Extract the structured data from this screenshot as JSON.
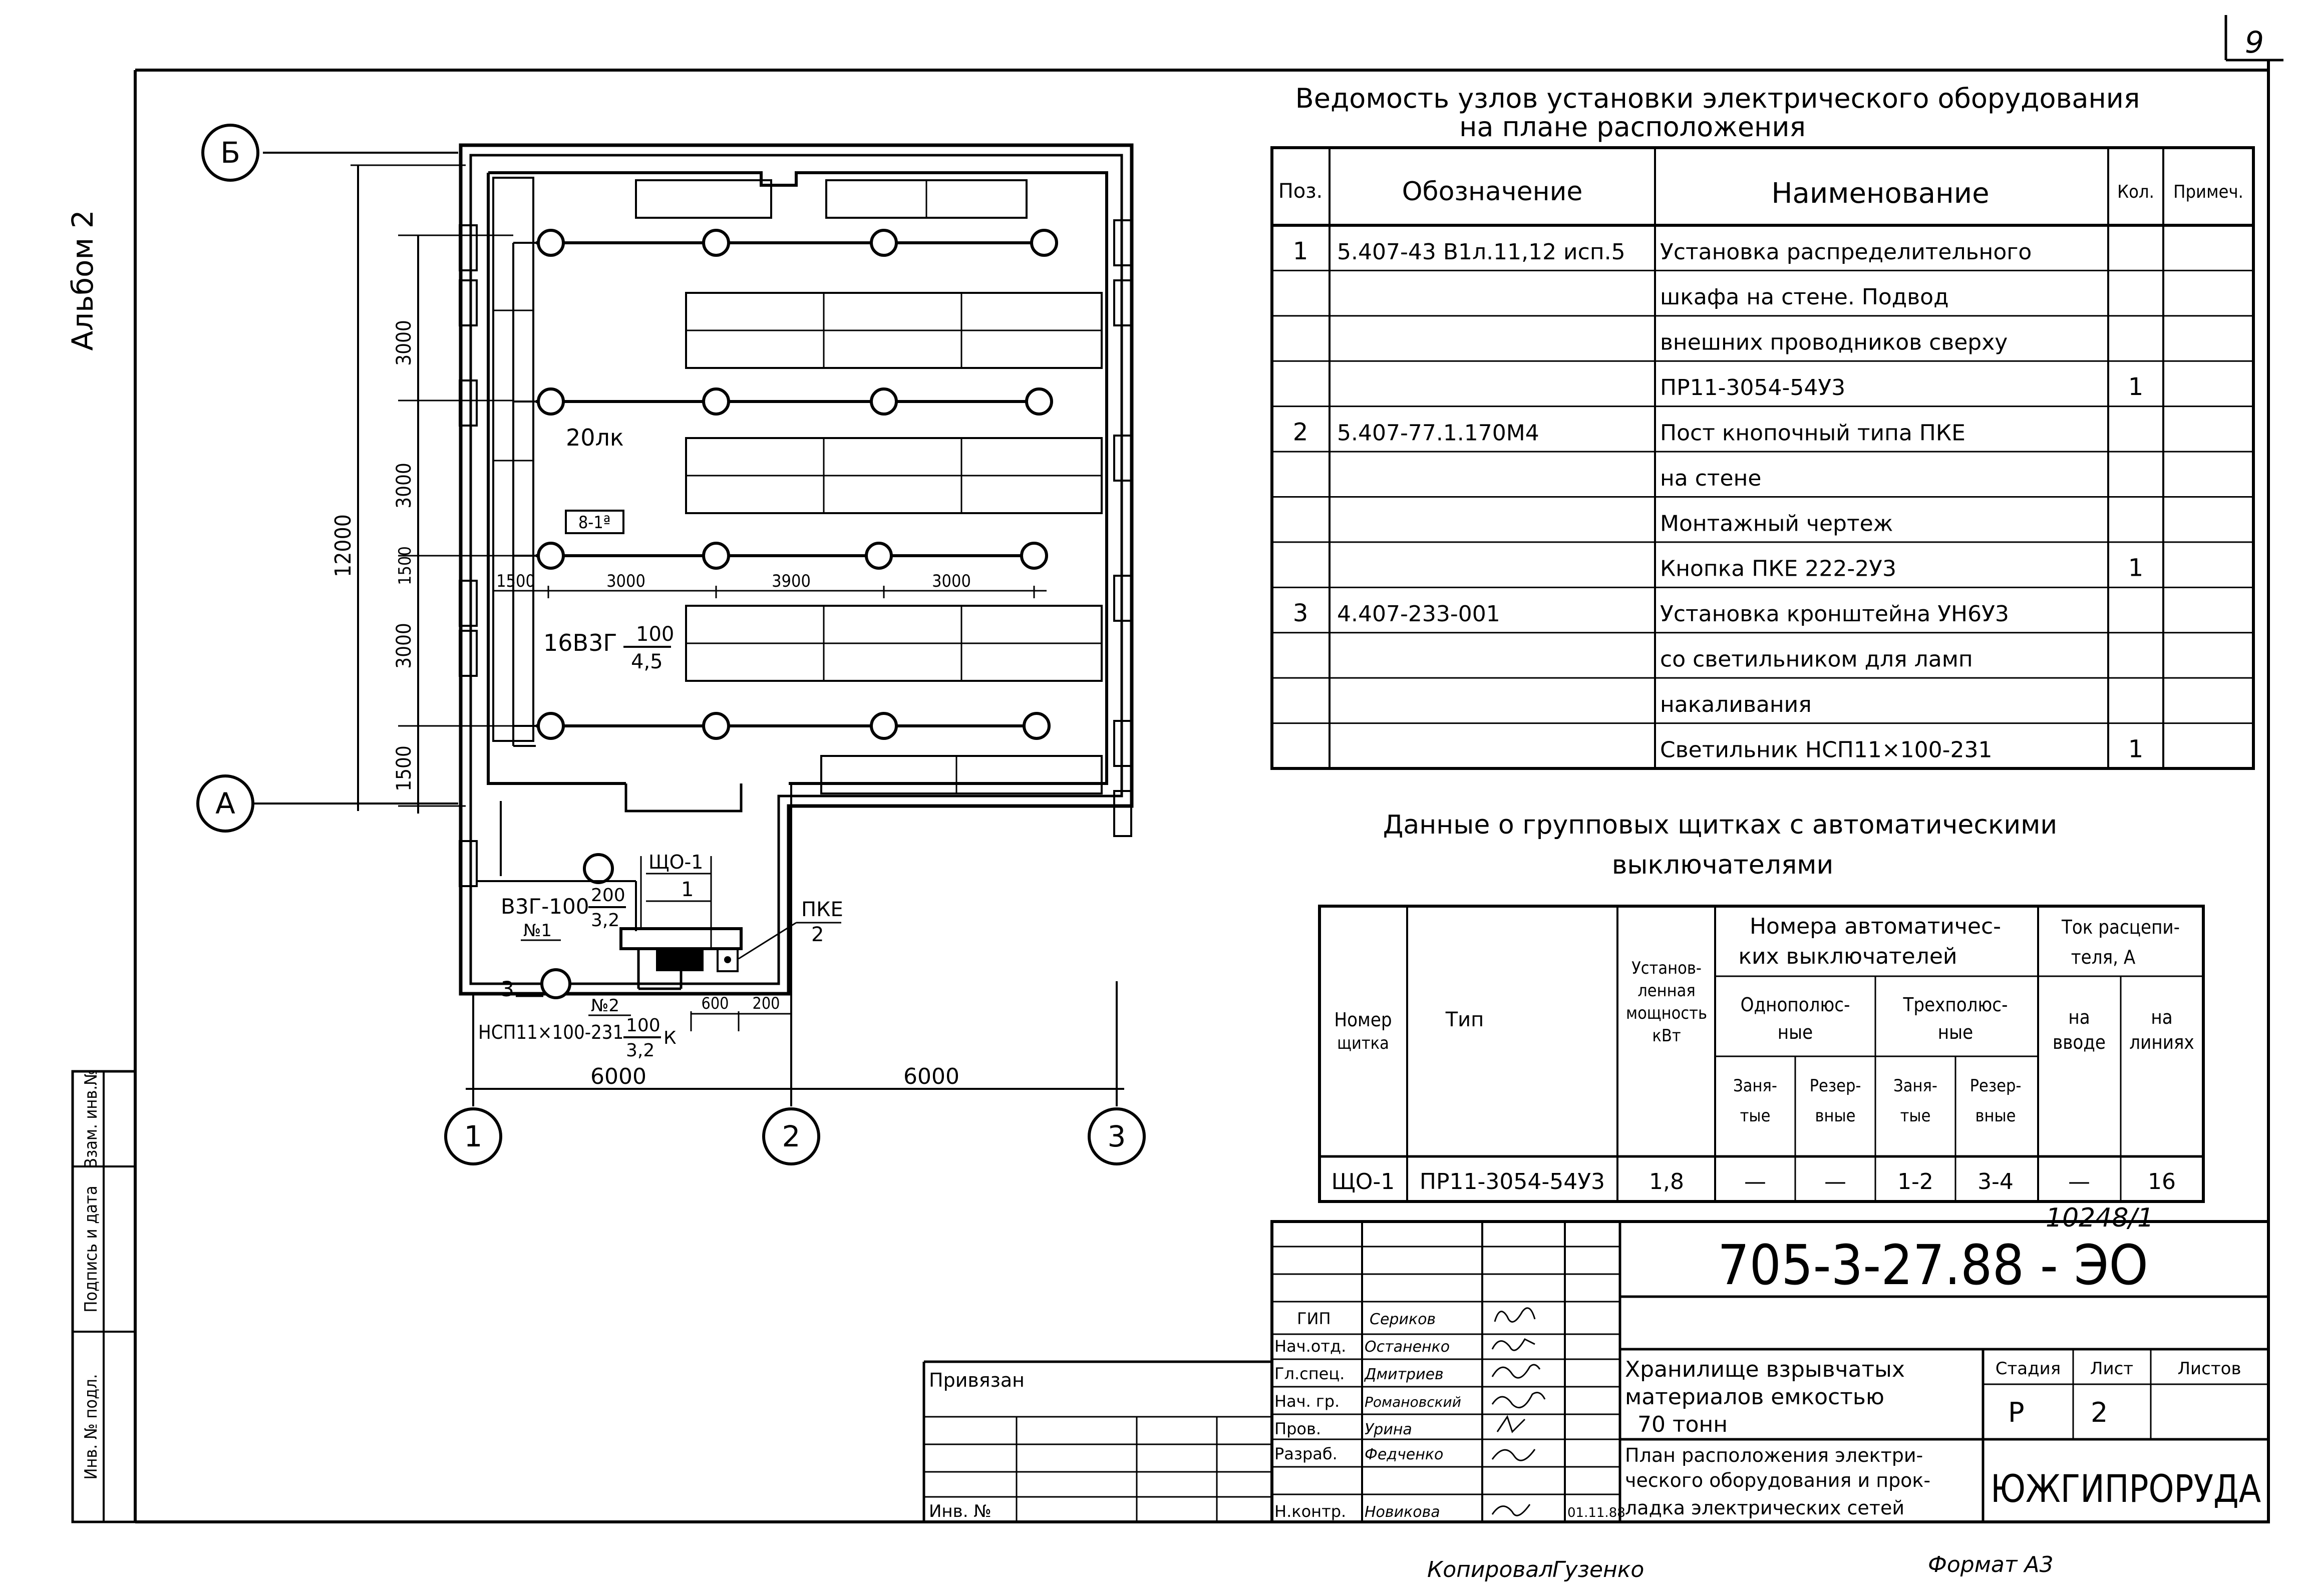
{
  "page_number": "9",
  "album_label": "Альбом 2",
  "left_stamp": [
    "Инв. № подл.",
    "Подпись и дата",
    "Взам. инв.№"
  ],
  "plan": {
    "axis_letters": [
      "Б",
      "А"
    ],
    "axis_numbers": [
      "1",
      "2",
      "3"
    ],
    "dims_vertical": [
      "3000",
      "3000",
      "3000",
      "1500",
      "1500"
    ],
    "dim_total": "12000",
    "dims_bottom": [
      "6000",
      "6000"
    ],
    "dims_row": [
      "1500",
      "3000",
      "3900",
      "3000"
    ],
    "dims_small": [
      "600",
      "200"
    ],
    "lux_label": "20лк",
    "tag_box": "8-1ª",
    "lamp_group": "16В3Г",
    "lamp_group_frac_top": "100",
    "lamp_group_frac_bottom": "4,5",
    "panel_label": "ЩО-1",
    "panel_pos": "1",
    "pke_label": "ПКЕ",
    "pke_pos": "2",
    "bzg_label": "В3Г-100",
    "bzg_frac_top": "200",
    "bzg_frac_bottom": "3,2",
    "n1": "№1",
    "n2": "№2",
    "lamp_pos": "3",
    "nsp_label": "НСП11×100-231",
    "nsp_frac_top": "100",
    "nsp_frac_bottom": "3,2",
    "nsp_suffix": "К"
  },
  "equipment_table": {
    "title_line1": "Ведомость узлов установки электрического оборудования",
    "title_line2": "на плане расположения",
    "headers": [
      "Поз.",
      "Обозначение",
      "Наименование",
      "Кол.",
      "Примеч."
    ],
    "rows": [
      [
        "1",
        "5.407-43 В1л.11,12 исп.5",
        "Установка распределительного",
        "",
        ""
      ],
      [
        "",
        "",
        "шкафа на стене. Подвод",
        "",
        ""
      ],
      [
        "",
        "",
        "внешних проводников сверху",
        "",
        ""
      ],
      [
        "",
        "",
        "ПР11-3054-54У3",
        "1",
        ""
      ],
      [
        "2",
        "5.407-77.1.170М4",
        "Пост кнопочный типа ПКЕ",
        "",
        ""
      ],
      [
        "",
        "",
        "на стене",
        "",
        ""
      ],
      [
        "",
        "",
        "Монтажный чертеж",
        "",
        ""
      ],
      [
        "",
        "",
        "Кнопка ПКЕ 222-2У3",
        "1",
        ""
      ],
      [
        "3",
        "4.407-233-001",
        "Установка кронштейна УН6У3",
        "",
        ""
      ],
      [
        "",
        "",
        "со светильником для ламп",
        "",
        ""
      ],
      [
        "",
        "",
        "накаливания",
        "",
        ""
      ],
      [
        "",
        "",
        "Светильник НСП11×100-231",
        "1",
        ""
      ]
    ]
  },
  "panel_table": {
    "title_line1": "Данные о групповых щитках с автоматическими",
    "title_line2": "выключателями",
    "h_number": [
      "Номер",
      "щитка"
    ],
    "h_type": "Тип",
    "h_power": [
      "Установ-",
      "ленная",
      "мощность",
      "кВт"
    ],
    "h_breakers": [
      "Номера автоматичес-",
      "ких выключателей"
    ],
    "h_single": [
      "Однополюс-",
      "ные"
    ],
    "h_triple": [
      "Трехполюс-",
      "ные"
    ],
    "h_busy": [
      "Заня-",
      "тые"
    ],
    "h_reserve": [
      "Резер-",
      "вные"
    ],
    "h_current": [
      "Ток расцепи-",
      "теля, А"
    ],
    "h_input": [
      "на",
      "вводе"
    ],
    "h_lines": [
      "на",
      "линиях"
    ],
    "row": [
      "ЩО-1",
      "ПР11-3054-54У3",
      "1,8",
      "—",
      "—",
      "1-2",
      "3-4",
      "—",
      "16"
    ]
  },
  "title_block": {
    "inv_number": "10248/1",
    "code": "705-3-27.88 - ЭО",
    "bound_label": "Привязан",
    "inv_label": "Инв. №",
    "roles": [
      "ГИП",
      "Нач.отд.",
      "Гл.спец.",
      "Нач. гр.",
      "Пров.",
      "Разраб.",
      "Н.контр."
    ],
    "names": [
      "Сериков",
      "Останенко",
      "Дмитриев",
      "Романовский",
      "Урина",
      "Федченко",
      "Новикова"
    ],
    "control_date": "01.11.88",
    "project_title": [
      "Хранилище взрывчатых",
      "материалов емкостью",
      "70 тонн"
    ],
    "sheet_title": [
      "План расположения электри-",
      "ческого оборудования и прок-",
      "ладка электрических сетей"
    ],
    "stage_headers": [
      "Стадия",
      "Лист",
      "Листов"
    ],
    "stage_values": [
      "Р",
      "2",
      ""
    ],
    "organization": "ЮЖГИПРОРУДА"
  },
  "footer": {
    "copied": "Копировал",
    "copier": "Гузенко",
    "format": "Формат А3"
  }
}
